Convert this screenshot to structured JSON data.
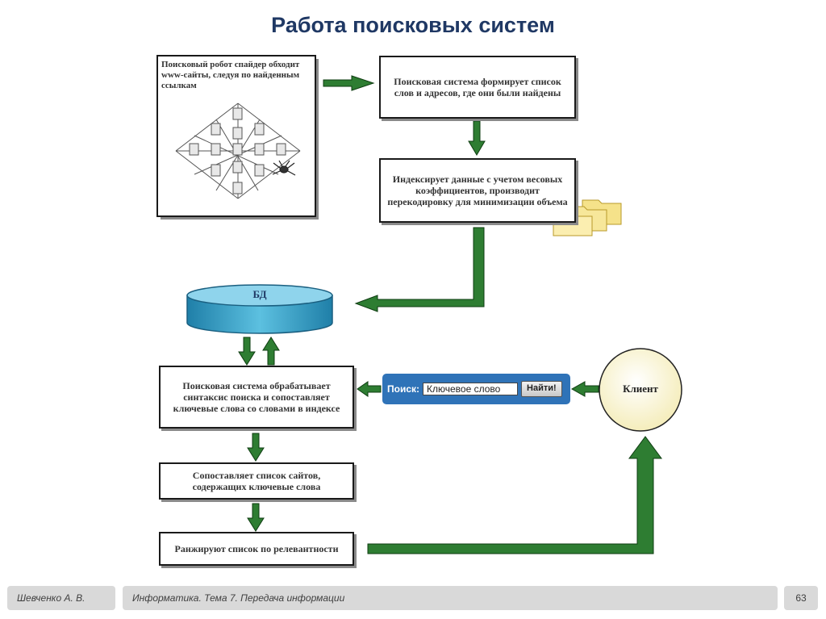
{
  "slide": {
    "title": "Работа поисковых систем",
    "colors": {
      "title": "#1f3864",
      "arrow": "#2e7d32",
      "db": "#3aa0c8",
      "client": "#fffbe0",
      "search_bar": "#2f73b8"
    }
  },
  "diagram": {
    "spider_box": {
      "text": "Поисковый робот спайдер обходит www-сайты, следуя по найденным ссылкам"
    },
    "box_forms_list": {
      "text": "Поисковая система формирует список слов и адресов, где они были найдены"
    },
    "box_index": {
      "text": "Индексирует данные с учетом весовых коэффициентов, производит перекодировку для минимизации объема"
    },
    "database": {
      "label": "БД"
    },
    "box_process": {
      "text": "Поисковая система обрабатывает синтаксис поиска и сопоставляет ключевые слова со словами в индексе"
    },
    "box_match": {
      "text": "Сопоставляет список сайтов, содержащих ключевые слова"
    },
    "box_rank": {
      "text": "Ранжируют список по релевантности"
    },
    "search_bar": {
      "label": "Поиск:",
      "input_value": "Ключевое слово",
      "button": "Найти!"
    },
    "client": {
      "label": "Клиент"
    }
  },
  "footer": {
    "author": "Шевченко А. В.",
    "topic": "Информатика. Тема 7. Передача информации",
    "page": "63"
  }
}
